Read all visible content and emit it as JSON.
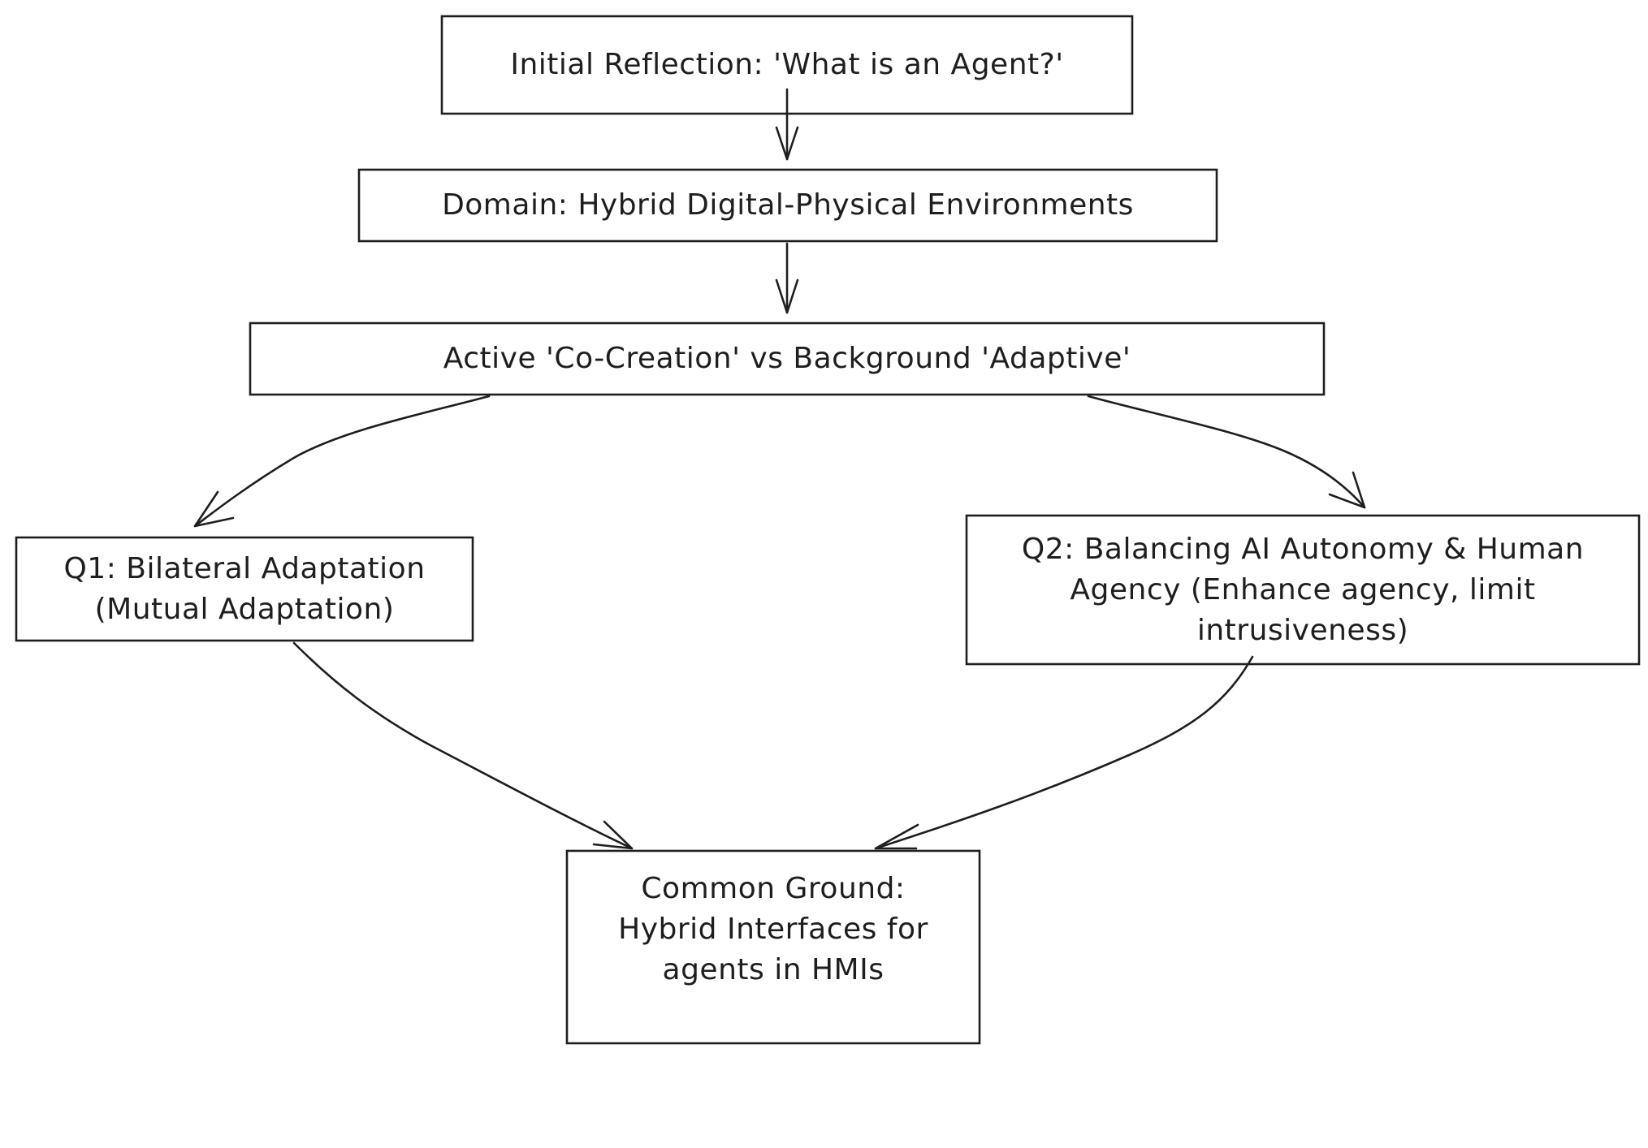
{
  "nodes": {
    "initial": {
      "lines": [
        "Initial Reflection: 'What is an Agent?'"
      ]
    },
    "domain": {
      "lines": [
        "Domain: Hybrid Digital-Physical Environments"
      ]
    },
    "active": {
      "lines": [
        "Active 'Co-Creation' vs Background 'Adaptive'"
      ]
    },
    "q1": {
      "lines": [
        "Q1: Bilateral Adaptation",
        "(Mutual Adaptation)"
      ]
    },
    "q2": {
      "lines": [
        "Q2: Balancing AI Autonomy & Human",
        "Agency (Enhance agency, limit",
        "intrusiveness)"
      ]
    },
    "common": {
      "lines": [
        "Common Ground:",
        "Hybrid Interfaces for",
        "agents in HMIs"
      ]
    }
  },
  "edges": [
    {
      "from": "initial",
      "to": "domain"
    },
    {
      "from": "domain",
      "to": "active"
    },
    {
      "from": "active",
      "to": "q1"
    },
    {
      "from": "active",
      "to": "q2"
    },
    {
      "from": "q1",
      "to": "common"
    },
    {
      "from": "q2",
      "to": "common"
    }
  ],
  "colors": {
    "stroke": "#1e1e1e",
    "background": "#ffffff"
  }
}
